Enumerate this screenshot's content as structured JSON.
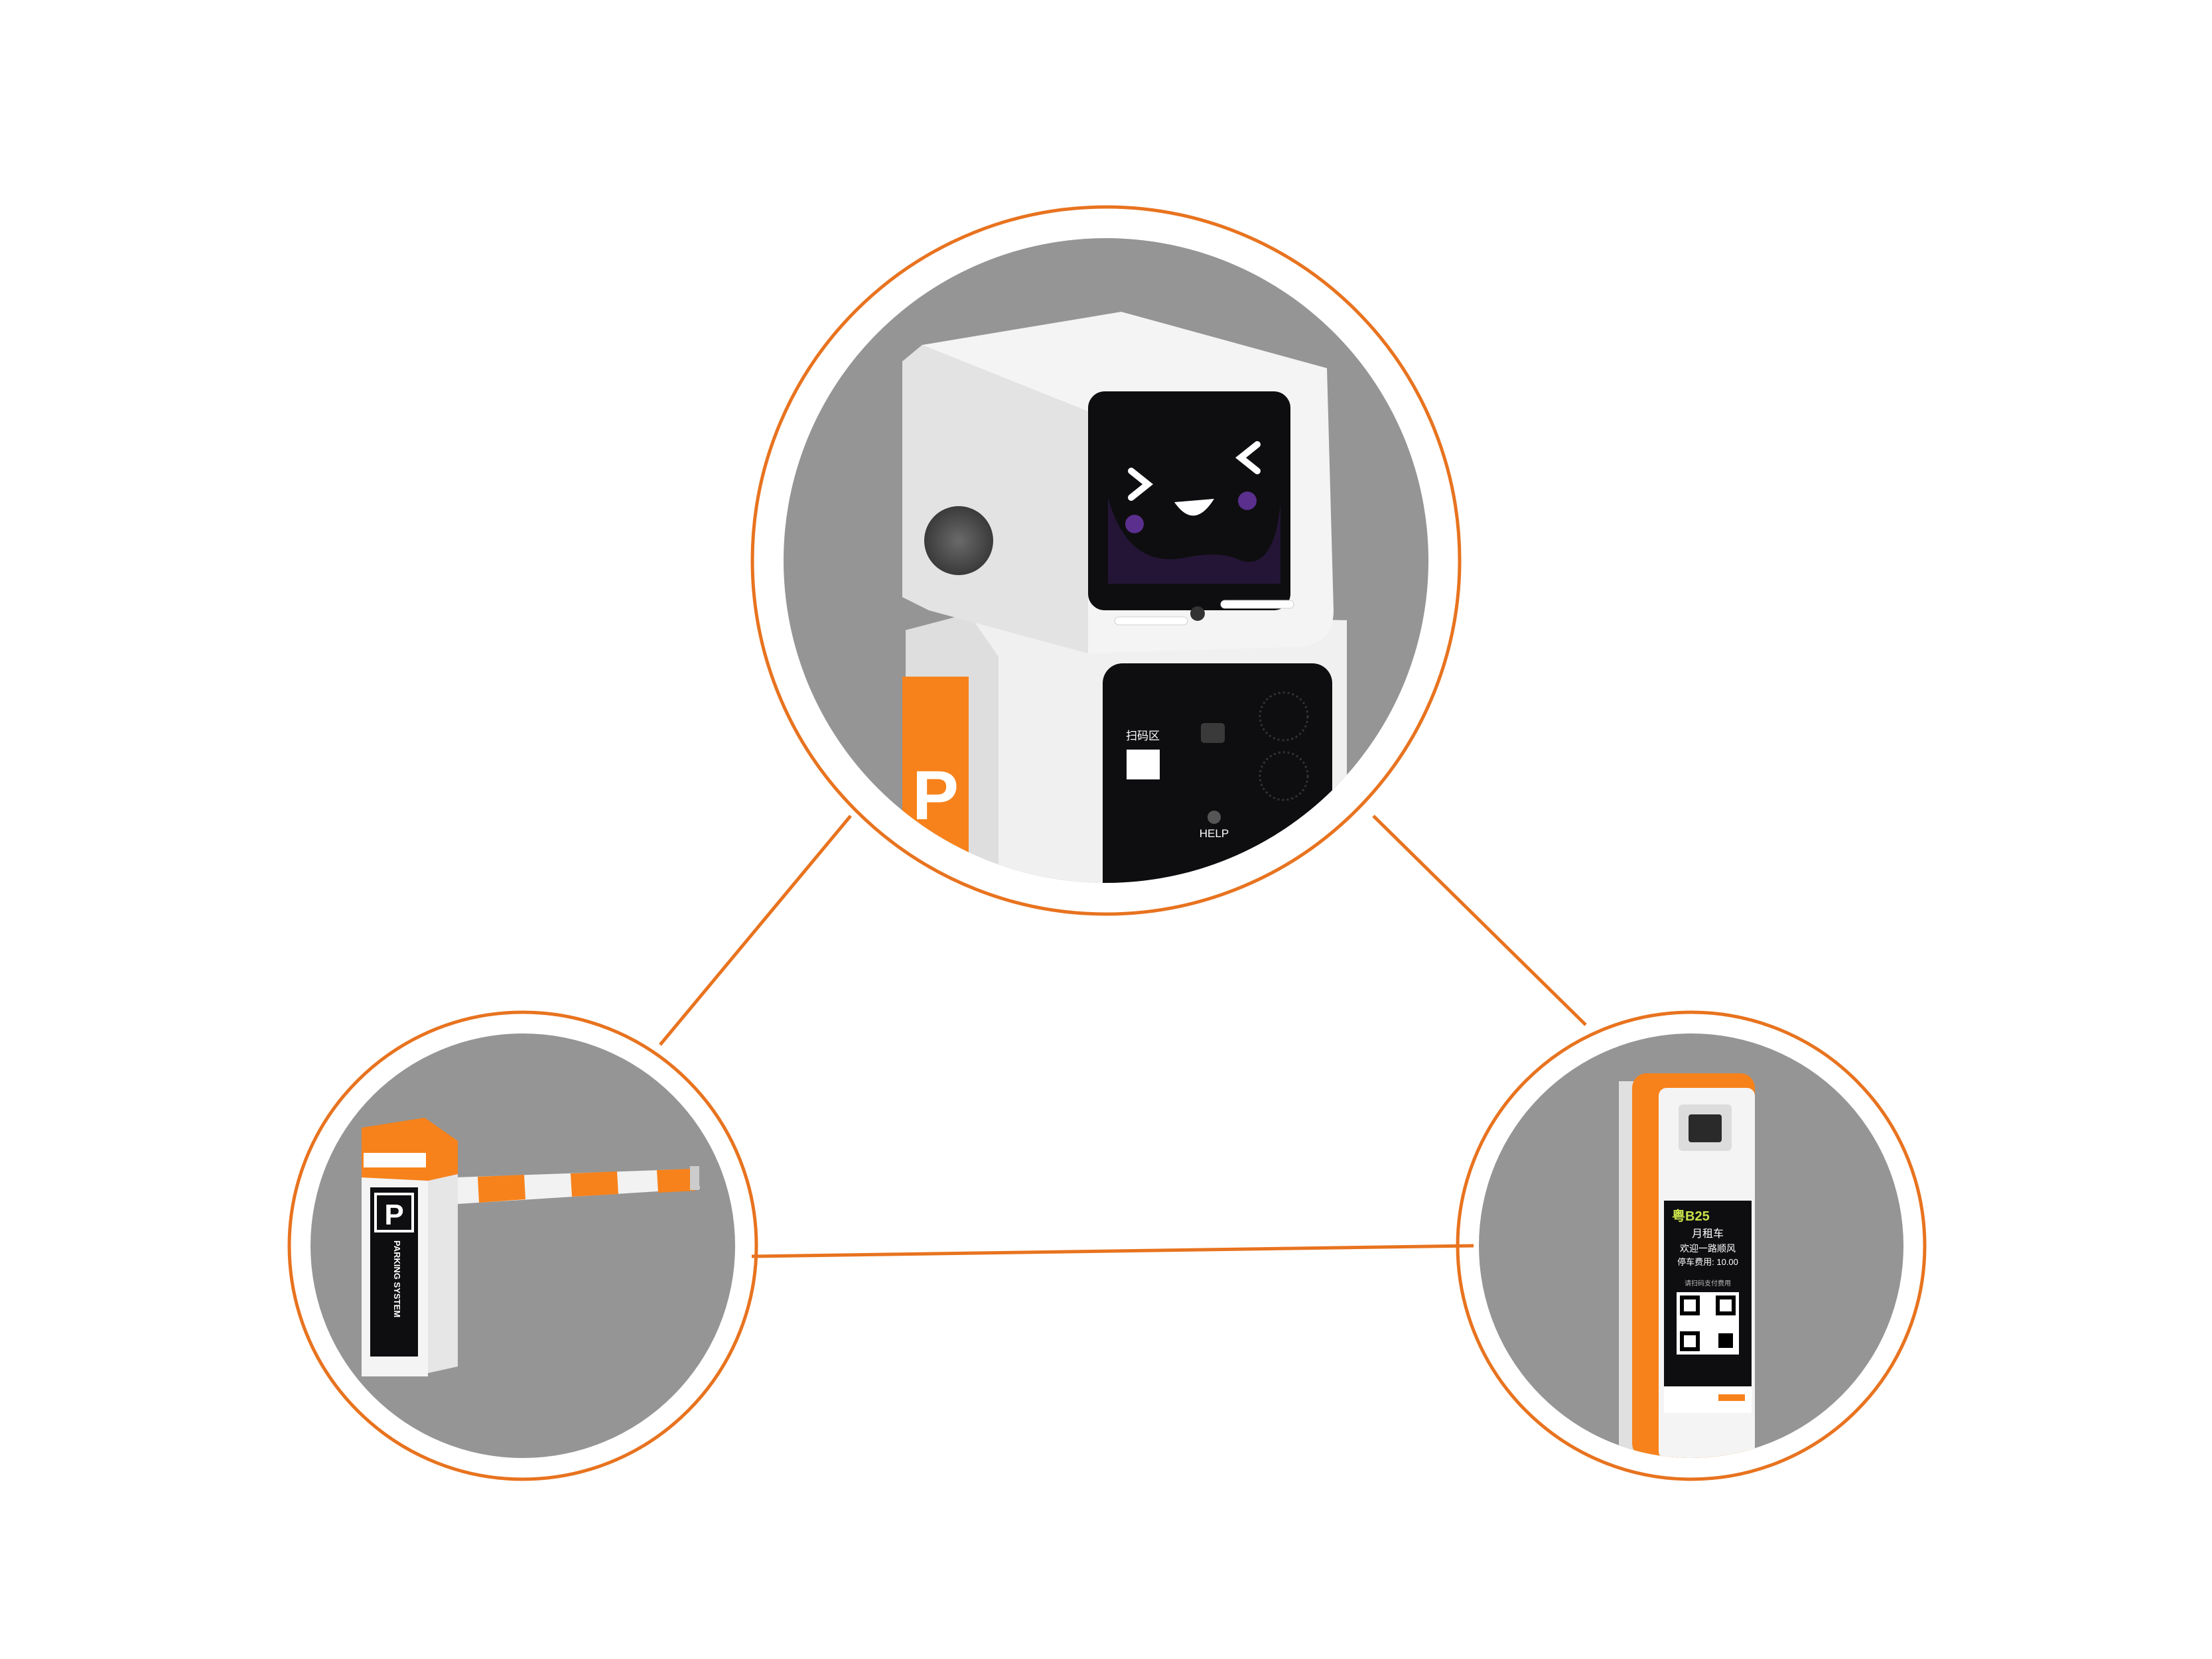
{
  "colors": {
    "background": "#ffffff",
    "circle_fill": "#959595",
    "outline": "#e8731f",
    "accent": "#f7821b",
    "device_white": "#f2f2f2",
    "screen_black": "#0e0e10",
    "face_purple": "#5a2f8e"
  },
  "kiosk": {
    "p_letter": "P",
    "scan_label": "扫码区",
    "help_label": "HELP"
  },
  "barrier": {
    "p_letter": "P",
    "side_text": "PARKING SYSTEM"
  },
  "pay_terminal": {
    "plate_text": "粤B25",
    "car_type": "月租车",
    "welcome": "欢迎一路顺风",
    "fee_text": "停车费用: 10.00",
    "scan_hint": "请扫码支付费用"
  },
  "icons": {
    "kiosk": "parking-kiosk-robot-icon",
    "barrier": "barrier-gate-icon",
    "pay": "pay-terminal-icon"
  }
}
